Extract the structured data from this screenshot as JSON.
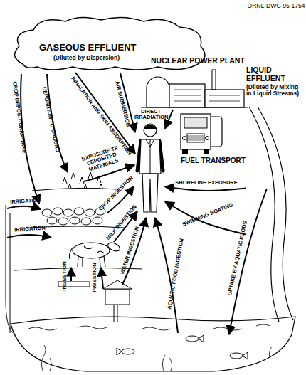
{
  "diagram": {
    "nodes": [
      {
        "text": [
          "GASEOUS EFFLUENT",
          "(Diluted by Dispersion)"
        ]
      },
      {
        "text": [
          "NUCLEAR POWER PLANT"
        ]
      },
      {
        "text": [
          "LIQUID EFFLUENT",
          "(Diluted by Mixing in Liquid Streams)"
        ]
      },
      {
        "text": [
          "FUEL TRANSPORT"
        ]
      },
      {
        "text": []
      }
    ],
    "edges": [
      {
        "from": 0,
        "to": 4,
        "arrow": "to",
        "label": "INHALATION AND SKIN ABSORPTION"
      },
      {
        "from": 0,
        "to": 4,
        "arrow": "to",
        "label": "AIR SUBMERSION"
      },
      {
        "from": 1,
        "to": 4,
        "arrow": "to",
        "label": "DIRECT IRRADIATION"
      },
      {
        "from": 2,
        "to": 4,
        "arrow": "to",
        "label": "SHORELINE EXPOSURE"
      },
      {
        "from": 2,
        "to": 4,
        "arrow": "to",
        "label": "SWIMMING BOATING"
      }
    ],
    "labels": [
      "ORNL-DWG 95-1754",
      "CROP DEPOSITION/UPTAKE",
      "DEPOSITION TO GROUND",
      "EXPOSURE TP DEPOSITED MATERIALS",
      "IRRIGATION",
      "IRRIGATION",
      "CROP INGESTION",
      "MILK INGESTION",
      "WATER INGESTION",
      "AQUATIC FOOD INGESTION",
      "UPTAKE BY AQUATIC FOODS",
      "INGESTION",
      "INGESTION"
    ]
  }
}
